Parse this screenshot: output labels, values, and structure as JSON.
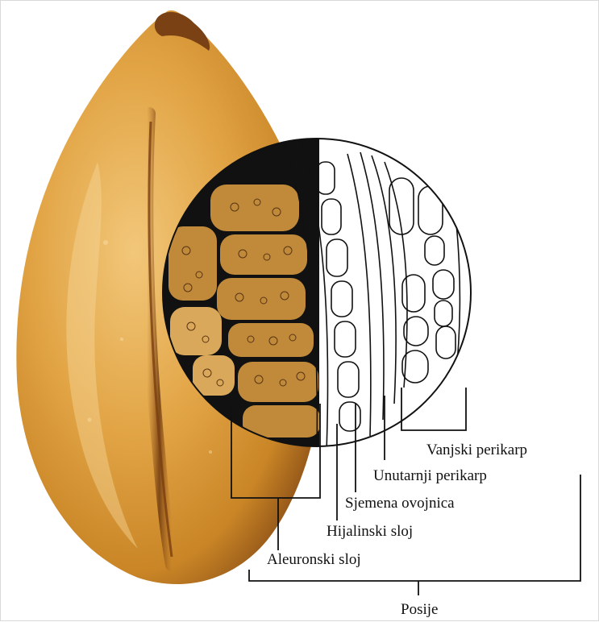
{
  "labels": {
    "vanjski_perikarp": "Vanjski perikarp",
    "unutarnji_perikarp": "Unutarnji perikarp",
    "sjemena_ovojnica": "Sjemena ovojnica",
    "hijalinski_sloj": "Hijalinski sloj",
    "aleuronski_sloj": "Aleuronski sloj",
    "posije": "Posije"
  },
  "colors": {
    "grain_light": "#eab25a",
    "grain_mid": "#d18c2c",
    "grain_dark": "#8a4e16",
    "aleurone_fill": "#c08a3a",
    "ink": "#111111"
  }
}
